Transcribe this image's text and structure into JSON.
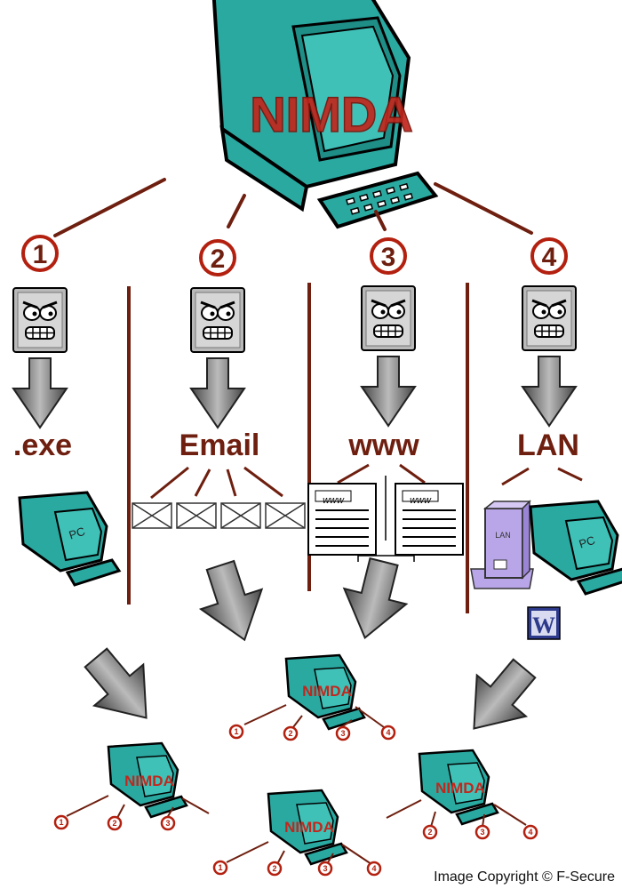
{
  "diagram": {
    "title": "NIMDA",
    "vectors": [
      {
        "number": "1",
        "label": ".exe"
      },
      {
        "number": "2",
        "label": "Email"
      },
      {
        "number": "3",
        "label": "www"
      },
      {
        "number": "4",
        "label": "LAN"
      }
    ],
    "pc_label": "PC",
    "page_label": "www",
    "server_label": "LAN",
    "doc_label": "W",
    "small_title": "NIMDA",
    "small_numbers": [
      "1",
      "2",
      "3",
      "4"
    ]
  },
  "copyright": "Image Copyright © F-Secure",
  "colors": {
    "teal": "#2aa9a1",
    "title_red": "#c1271d",
    "dark_brown": "#6e1f0f",
    "number_red": "#b3200f",
    "server_purple": "#b9a6e8",
    "word_blue": "#2e3a8c"
  }
}
